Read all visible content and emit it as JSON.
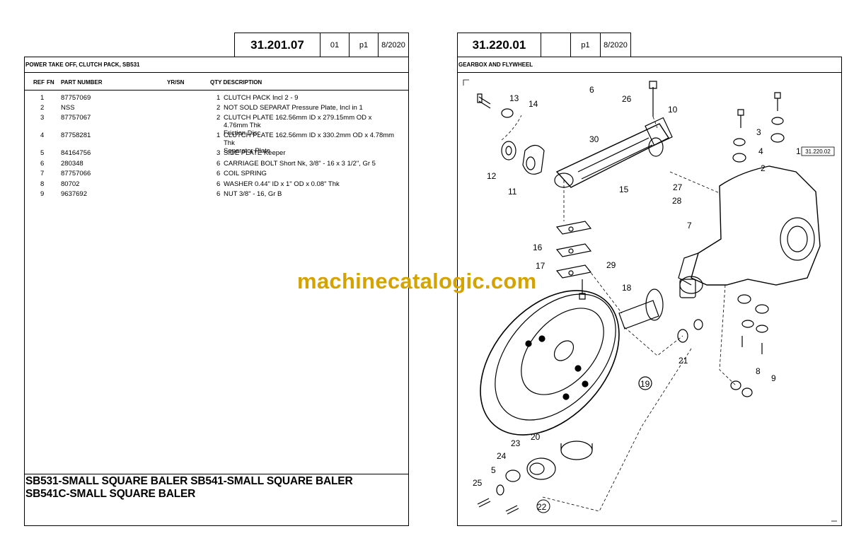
{
  "left_page": {
    "header": {
      "page_code": "31.201.07",
      "revision": "01",
      "page": "p1",
      "date": "8/2020"
    },
    "section_title": "POWER TAKE OFF, CLUTCH PACK, SB531",
    "columns": {
      "ref": "REF",
      "fn": "FN",
      "part_number": "PART NUMBER",
      "yrsn": "YR/SN",
      "qty_description": "QTY  DESCRIPTION"
    },
    "rows": [
      {
        "ref": "1",
        "part": "87757069",
        "qty": "1",
        "desc": "CLUTCH PACK  Incl 2 - 9"
      },
      {
        "ref": "2",
        "part": "NSS",
        "qty": "2",
        "desc": "NOT SOLD SEPARAT  Pressure Plate, Incl in 1"
      },
      {
        "ref": "3",
        "part": "87757067",
        "qty": "2",
        "desc": "CLUTCH PLATE 162.56mm ID x 279.15mm OD x 4.76mm Thk\nFriction Disc"
      },
      {
        "ref": "4",
        "part": "87758281",
        "qty": "1",
        "desc": "CLUTCH PLATE 162.56mm ID x 330.2mm OD x 4.78mm Thk\nSeparator Plate"
      },
      {
        "ref": "5",
        "part": "84164756",
        "qty": "3",
        "desc": "SIDE PLATE  Keeper"
      },
      {
        "ref": "6",
        "part": "280348",
        "qty": "6",
        "desc": "CARRIAGE BOLT Short Nk, 3/8\" - 16 x 3 1/2\", Gr 5"
      },
      {
        "ref": "7",
        "part": "87757066",
        "qty": "6",
        "desc": "COIL SPRING"
      },
      {
        "ref": "8",
        "part": "80702",
        "qty": "6",
        "desc": "WASHER 0.44\" ID x 1\" OD x 0.08\" Thk"
      },
      {
        "ref": "9",
        "part": "9637692",
        "qty": "6",
        "desc": "NUT 3/8\" - 16, Gr B"
      }
    ],
    "models_line1": "SB531-SMALL SQUARE BALER  SB541-SMALL SQUARE BALER",
    "models_line2": "SB541C-SMALL SQUARE BALER"
  },
  "right_page": {
    "header": {
      "page_code": "31.220.01",
      "revision": "",
      "page": "p1",
      "date": "8/2020"
    },
    "section_title": "GEARBOX AND FLYWHEEL",
    "diagram_callouts": [
      "1",
      "2",
      "3",
      "4",
      "5",
      "6",
      "7",
      "8",
      "9",
      "10",
      "11",
      "12",
      "13",
      "14",
      "15",
      "16",
      "17",
      "18",
      "19",
      "20",
      "21",
      "22",
      "23",
      "24",
      "25",
      "26",
      "27",
      "28",
      "29",
      "30"
    ],
    "reference_box": "31.220.02"
  },
  "watermark": "machinecatalogic.com"
}
